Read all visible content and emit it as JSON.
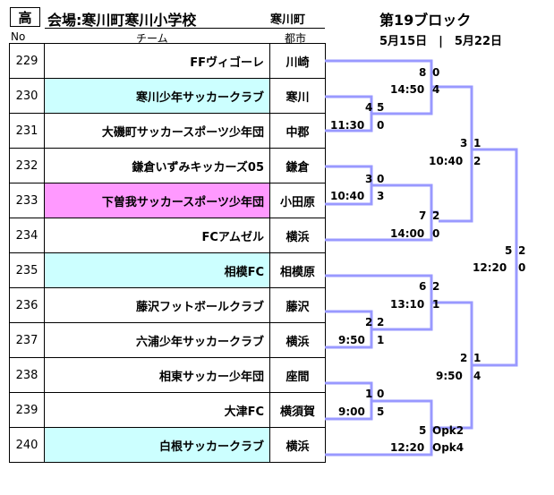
{
  "header": {
    "division": "高",
    "venue": "会場:寒川町寒川小学校",
    "venue_city": "寒川町",
    "block": "第19ブロック",
    "dates": "5月15日　|　5月22日",
    "col_no": "No",
    "col_team": "チーム",
    "col_city": "都市"
  },
  "teams": [
    {
      "no": "229",
      "name": "FFヴィゴーレ",
      "city": "川崎",
      "highlight": "none"
    },
    {
      "no": "230",
      "name": "寒川少年サッカークラブ",
      "city": "寒川",
      "highlight": "cyan"
    },
    {
      "no": "231",
      "name": "大磯町サッカースポーツ少年団",
      "city": "中郡",
      "highlight": "none"
    },
    {
      "no": "232",
      "name": "鎌倉いずみキッカーズ05",
      "city": "鎌倉",
      "highlight": "none"
    },
    {
      "no": "233",
      "name": "下曽我サッカースポーツ少年団",
      "city": "小田原",
      "highlight": "pink"
    },
    {
      "no": "234",
      "name": "FCアムゼル",
      "city": "横浜",
      "highlight": "none"
    },
    {
      "no": "235",
      "name": "相模FC",
      "city": "相模原",
      "highlight": "cyan"
    },
    {
      "no": "236",
      "name": "藤沢フットボールクラブ",
      "city": "藤沢",
      "highlight": "none"
    },
    {
      "no": "237",
      "name": "六浦少年サッカークラブ",
      "city": "横浜",
      "highlight": "none"
    },
    {
      "no": "238",
      "name": "相東サッカー少年団",
      "city": "座間",
      "highlight": "none"
    },
    {
      "no": "239",
      "name": "大津FC",
      "city": "横須賀",
      "highlight": "none"
    },
    {
      "no": "240",
      "name": "白根サッカークラブ",
      "city": "横浜",
      "highlight": "cyan"
    }
  ],
  "matches": {
    "r1_a": {
      "time": "11:30",
      "score_top": "4",
      "score_bottom": "5",
      "pk_top": "",
      "pk_bottom": "0"
    },
    "r1_b": {
      "time": "10:40",
      "score_top": "3",
      "score_bottom": "0",
      "pk_top": "",
      "pk_bottom": "3"
    },
    "r1_c": {
      "time": "9:50",
      "score_top": "2",
      "score_bottom": "2",
      "pk_top": "",
      "pk_bottom": "1"
    },
    "r1_d": {
      "time": "9:00",
      "score_top": "1",
      "score_bottom": "0",
      "pk_top": "",
      "pk_bottom": "5"
    },
    "r2_a": {
      "time": "14:50",
      "score_top": "8",
      "score_bottom": "0",
      "pk_bottom": "4"
    },
    "r2_b": {
      "time": "14:00",
      "score_top": "7",
      "score_bottom": "2",
      "pk_bottom": "0"
    },
    "r2_c": {
      "time": "13:10",
      "score_top": "6",
      "score_bottom": "2",
      "pk_bottom": "1"
    },
    "r2_d": {
      "time": "12:20",
      "score_top": "5",
      "score_bottom": "Opk2",
      "pk_bottom": "Opk4"
    },
    "semi_a": {
      "time": "10:40",
      "score_top": "3",
      "score_bottom": "1",
      "pk_bottom": "2"
    },
    "semi_b": {
      "time": "9:50",
      "score_top": "2",
      "score_bottom": "1",
      "pk_bottom": "4"
    },
    "final": {
      "time": "12:20",
      "score_top": "5",
      "score_bottom": "2",
      "pk_bottom": "0"
    }
  }
}
